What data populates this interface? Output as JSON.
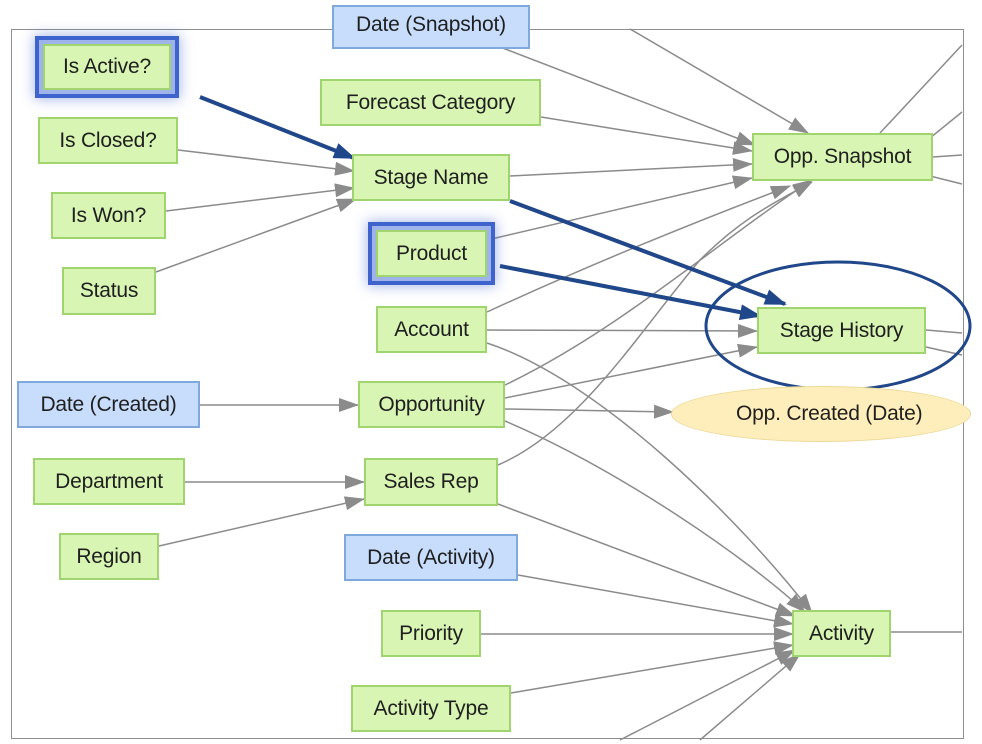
{
  "nodes": {
    "date_snapshot": "Date (Snapshot)",
    "is_active": "Is Active?",
    "forecast_category": "Forecast Category",
    "is_closed": "Is Closed?",
    "stage_name": "Stage Name",
    "opp_snapshot": "Opp. Snapshot",
    "is_won": "Is Won?",
    "product": "Product",
    "status": "Status",
    "account": "Account",
    "stage_history": "Stage History",
    "date_created": "Date (Created)",
    "opportunity": "Opportunity",
    "opp_created_date": "Opp. Created (Date)",
    "department": "Department",
    "sales_rep": "Sales Rep",
    "date_activity": "Date (Activity)",
    "region": "Region",
    "priority": "Priority",
    "activity": "Activity",
    "activity_type": "Activity Type"
  },
  "colors": {
    "fact_table": "#d8f5b3",
    "date_table": "#c7ddfb",
    "derived": "#fdeebb",
    "highlight": "#1f4789",
    "edge": "#8b8b8b"
  }
}
